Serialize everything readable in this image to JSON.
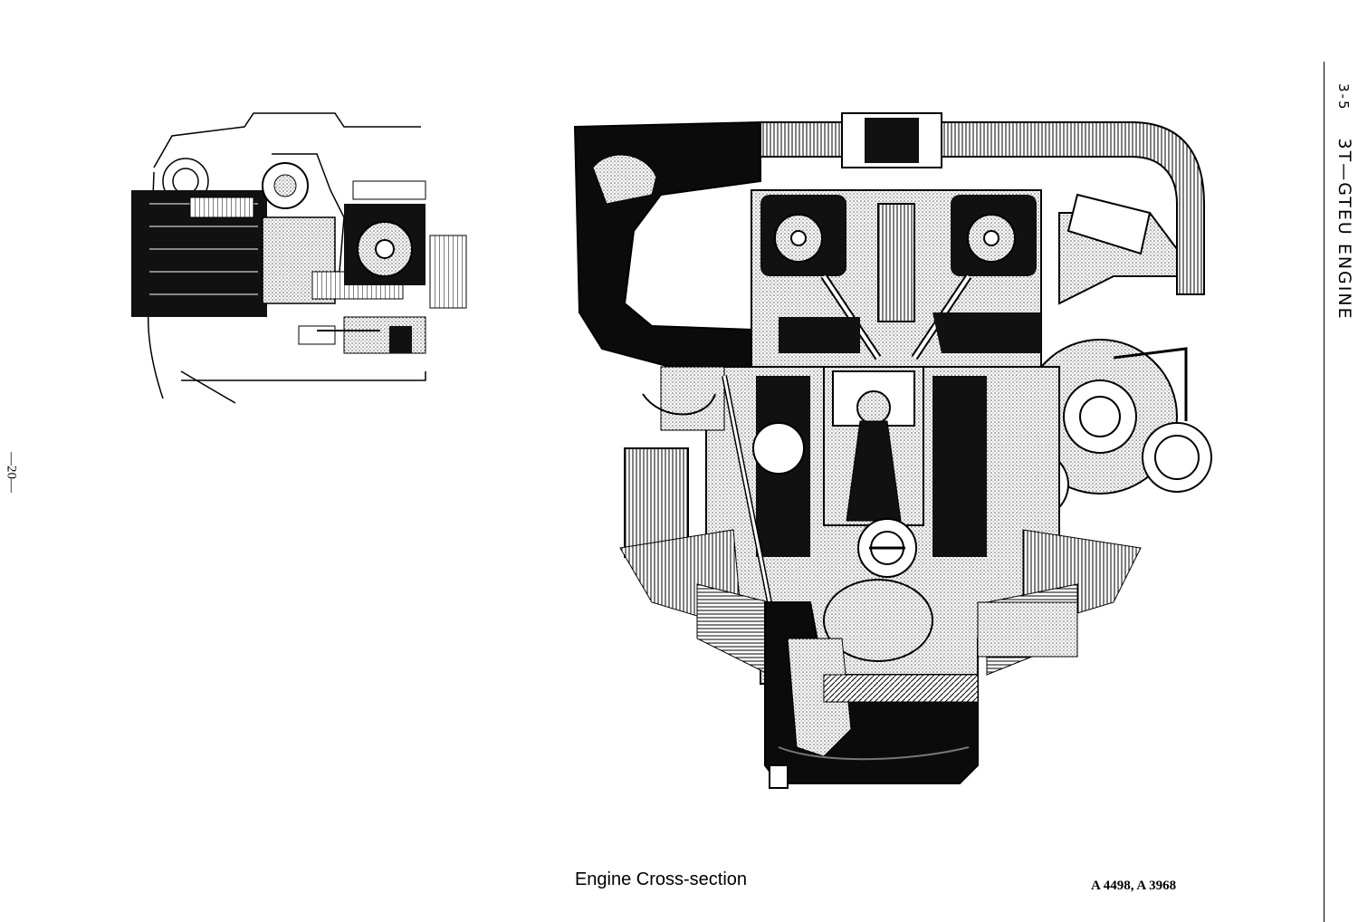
{
  "page": {
    "number": "—20—"
  },
  "section": {
    "number": "3-5",
    "title": "3T—GTEU ENGINE"
  },
  "figure": {
    "caption": "Engine Cross-section",
    "reference": "A 4498,  A 3968"
  },
  "colors": {
    "ink": "#000000",
    "paper": "#ffffff",
    "stipple": "#555555"
  },
  "icons": {
    "inset": "distributor-detail-drawing",
    "main": "engine-cross-section-drawing"
  }
}
